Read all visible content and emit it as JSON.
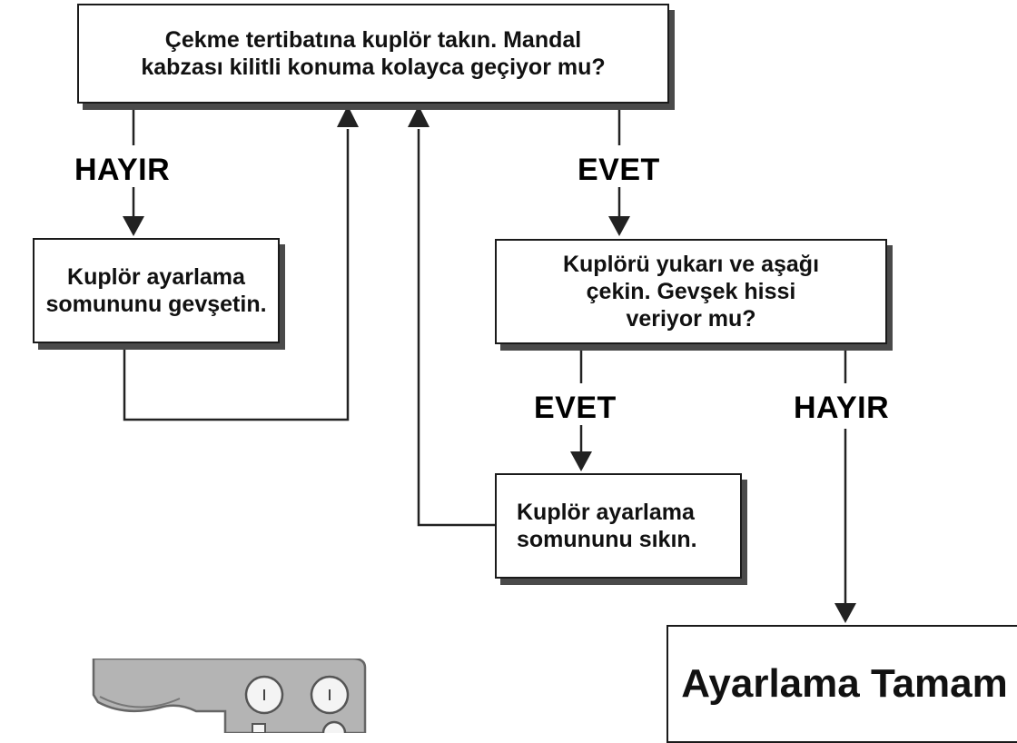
{
  "colors": {
    "line": "#222222",
    "box_border": "#1a1a1a",
    "box_shadow": "#4a4a4a",
    "part_fill": "#b4b4b4"
  },
  "nodes": {
    "question_1": [
      "Çekme tertibatına kuplör takın. Mandal",
      "kabzası kilitli konuma kolayca geçiyor mu?"
    ],
    "loosen": [
      "Kuplör ayarlama",
      "somununu gevşetin."
    ],
    "question_2": [
      "Kuplörü yukarı ve aşağı",
      "çekin. Gevşek hissi",
      "veriyor mu?"
    ],
    "tighten": [
      "Kuplör ayarlama",
      "somununu sıkın."
    ],
    "done": "Ayarlama Tamam"
  },
  "labels": {
    "no_1": "HAYIR",
    "yes_1": "EVET",
    "yes_2": "EVET",
    "no_2": "HAYIR"
  },
  "illustration": {
    "icon": "coupler-part-icon"
  }
}
